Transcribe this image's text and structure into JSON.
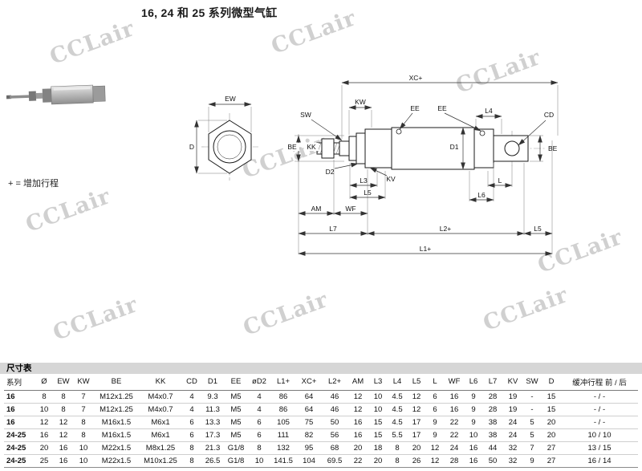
{
  "page": {
    "title": "16, 24 和 25 系列微型气缸",
    "note": "+ = 增加行程",
    "watermark_text": "CCLair"
  },
  "diagram": {
    "dims": {
      "xc": "XC+",
      "ew": "EW",
      "d": "D",
      "sw": "SW",
      "kw": "KW",
      "ee1": "EE",
      "ee2": "EE",
      "l4": "L4",
      "cd": "CD",
      "be_left": "BE",
      "kk": "KK",
      "d1": "D1",
      "be_right": "BE",
      "d2": "D2",
      "kv": "KV",
      "l3": "L3",
      "l5a": "L5",
      "l": "L",
      "l6": "L6",
      "am": "AM",
      "wf": "WF",
      "l7": "L7",
      "l2": "L2+",
      "l5b": "L5",
      "l1": "L1+"
    }
  },
  "table": {
    "caption": "尺寸表",
    "headers": [
      "系列",
      "Ø",
      "EW",
      "KW",
      "BE",
      "KK",
      "CD",
      "D1",
      "EE",
      "øD2",
      "L1+",
      "XC+",
      "L2+",
      "AM",
      "L3",
      "L4",
      "L5",
      "L",
      "WF",
      "L6",
      "L7",
      "KV",
      "SW",
      "D",
      "缓冲行程  前 / 后"
    ],
    "rows": [
      [
        "16",
        "8",
        "8",
        "7",
        "M12x1.25",
        "M4x0.7",
        "4",
        "9.3",
        "M5",
        "4",
        "86",
        "64",
        "46",
        "12",
        "10",
        "4.5",
        "12",
        "6",
        "16",
        "9",
        "28",
        "19",
        "-",
        "15",
        "- / -"
      ],
      [
        "16",
        "10",
        "8",
        "7",
        "M12x1.25",
        "M4x0.7",
        "4",
        "11.3",
        "M5",
        "4",
        "86",
        "64",
        "46",
        "12",
        "10",
        "4.5",
        "12",
        "6",
        "16",
        "9",
        "28",
        "19",
        "-",
        "15",
        "- / -"
      ],
      [
        "16",
        "12",
        "12",
        "8",
        "M16x1.5",
        "M6x1",
        "6",
        "13.3",
        "M5",
        "6",
        "105",
        "75",
        "50",
        "16",
        "15",
        "4.5",
        "17",
        "9",
        "22",
        "9",
        "38",
        "24",
        "5",
        "20",
        "- / -"
      ],
      [
        "24-25",
        "16",
        "12",
        "8",
        "M16x1.5",
        "M6x1",
        "6",
        "17.3",
        "M5",
        "6",
        "111",
        "82",
        "56",
        "16",
        "15",
        "5.5",
        "17",
        "9",
        "22",
        "10",
        "38",
        "24",
        "5",
        "20",
        "10 / 10"
      ],
      [
        "24-25",
        "20",
        "16",
        "10",
        "M22x1.5",
        "M8x1.25",
        "8",
        "21.3",
        "G1/8",
        "8",
        "132",
        "95",
        "68",
        "20",
        "18",
        "8",
        "20",
        "12",
        "24",
        "16",
        "44",
        "32",
        "7",
        "27",
        "13 / 15"
      ],
      [
        "24-25",
        "25",
        "16",
        "10",
        "M22x1.5",
        "M10x1.25",
        "8",
        "26.5",
        "G1/8",
        "10",
        "141.5",
        "104",
        "69.5",
        "22",
        "20",
        "8",
        "26",
        "12",
        "28",
        "16",
        "50",
        "32",
        "9",
        "27",
        "16 / 14"
      ]
    ]
  }
}
